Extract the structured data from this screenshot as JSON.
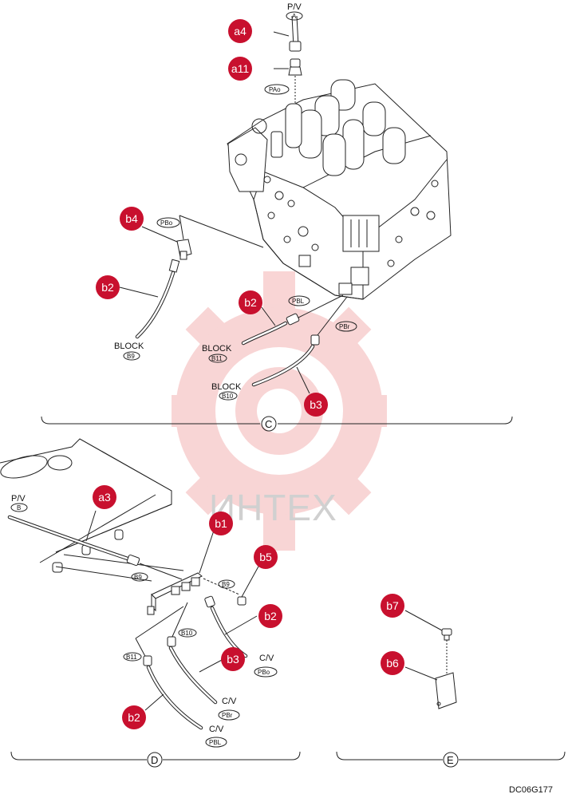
{
  "colors": {
    "callout": "#c8102e",
    "watermark_gear": "#f4b3b3",
    "watermark_text": "#d0d0d0",
    "line": "#222222"
  },
  "watermark": {
    "text": "ИНТЕХ"
  },
  "figure_code": "DC06G177",
  "sections": {
    "c": "C",
    "d": "D",
    "e": "E"
  },
  "callouts": {
    "a4": "a4",
    "a11": "a11",
    "b4": "b4",
    "b2_left": "b2",
    "b2_mid": "b2",
    "b3_c": "b3",
    "a3": "a3",
    "b1": "b1",
    "b5": "b5",
    "b2_d_right": "b2",
    "b3_d": "b3",
    "b2_d_bottom": "b2",
    "b7": "b7",
    "b6": "b6"
  },
  "labels": {
    "pv_top": "P/V",
    "pv_top_port": "A",
    "pao": "PAo",
    "pbo_c": "PBo",
    "pbl_c": "PBL",
    "pbr_c": "PBr",
    "block_b9": "BLOCK",
    "block_b9_port": "B9",
    "block_b11": "BLOCK",
    "block_b11_port": "B11",
    "block_b10": "BLOCK",
    "block_b10_port": "B10",
    "pv_d": "P/V",
    "pv_d_port": "B",
    "b9_hose": "B9",
    "b9_block": "B9",
    "b10_d": "B10",
    "b11_d": "B11",
    "cv_pbo": "C/V",
    "cv_pbo_port": "PBo",
    "cv_pbr": "C/V",
    "cv_pbr_port": "PBr",
    "cv_pbl": "C/V",
    "cv_pbl_port": "PBL"
  }
}
